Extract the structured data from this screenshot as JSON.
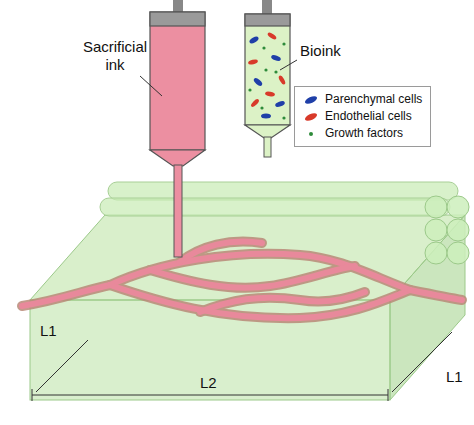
{
  "diagram": {
    "labels": [
      "Sacrificial ink",
      "Bioink",
      "L1",
      "L2",
      "L1"
    ],
    "legend": [
      {
        "text": "Parenchymal cells"
      },
      {
        "text": "Endothelial cells"
      },
      {
        "text": "Growth factors"
      }
    ]
  }
}
